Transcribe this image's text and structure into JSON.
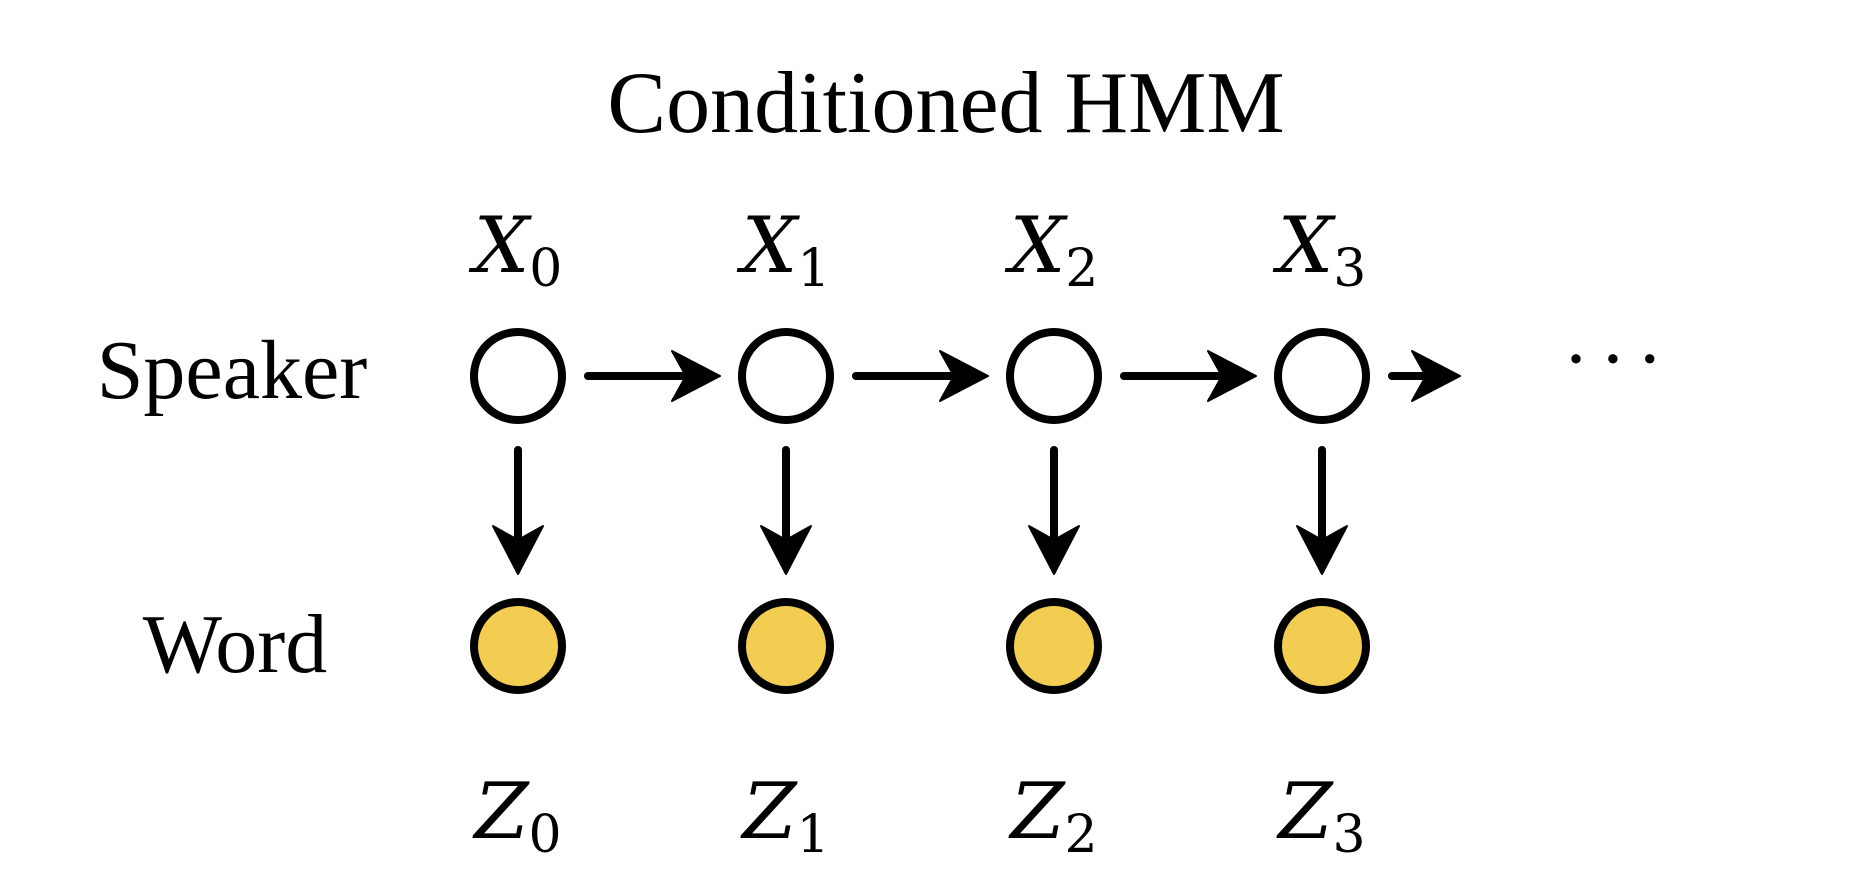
{
  "title": "Conditioned HMM",
  "rows": {
    "speaker": "Speaker",
    "word": "Word"
  },
  "hidden_nodes": [
    {
      "var": "X",
      "sub": "0"
    },
    {
      "var": "X",
      "sub": "1"
    },
    {
      "var": "X",
      "sub": "2"
    },
    {
      "var": "X",
      "sub": "3"
    }
  ],
  "observed_nodes": [
    {
      "var": "Z",
      "sub": "0"
    },
    {
      "var": "Z",
      "sub": "1"
    },
    {
      "var": "Z",
      "sub": "2"
    },
    {
      "var": "Z",
      "sub": "3"
    }
  ],
  "continuation": "···",
  "colors": {
    "observed_fill": "#F2CD52",
    "hidden_fill": "#FFFFFF",
    "stroke": "#000000"
  }
}
